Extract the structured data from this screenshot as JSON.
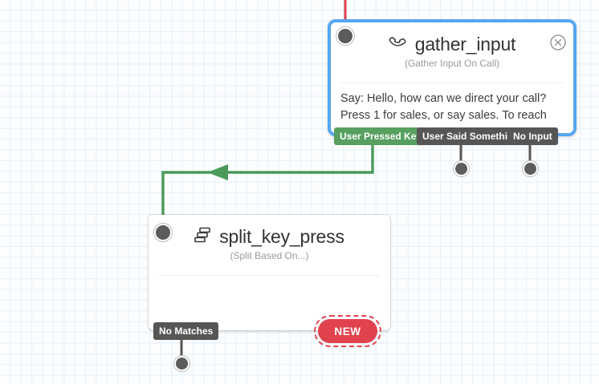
{
  "canvas": {
    "grid_color": "#e4f0fa",
    "background": "#fcfdfe"
  },
  "theme": {
    "selection_blue": "#55a6f0",
    "exit_gray": "#565656",
    "exit_green": "#57a05f",
    "edge_green": "#4b9a5a",
    "edge_red": "#e0434d",
    "new_red": "#e0434d",
    "port_gray": "#5c5c5c"
  },
  "nodes": [
    {
      "id": "gather_input",
      "title": "gather_input",
      "subtitle": "(Gather Input On Call)",
      "icon": "phone-icon",
      "body": "Say: Hello, how can we direct your call? Press 1 for sales, or say sales. To reach",
      "selected": true,
      "close_label": "close-icon",
      "exits": [
        {
          "label": "User Pressed Keys",
          "state": "connected",
          "color": "green"
        },
        {
          "label": "User Said Something",
          "state": "unconnected",
          "color": "gray"
        },
        {
          "label": "No Input",
          "state": "unconnected",
          "color": "gray"
        }
      ]
    },
    {
      "id": "split_key_press",
      "title": "split_key_press",
      "subtitle": "(Split Based On...)",
      "icon": "split-icon",
      "body": "",
      "selected": false,
      "exits": [
        {
          "label": "No Matches",
          "state": "unconnected",
          "color": "gray"
        }
      ],
      "new_button": "NEW"
    }
  ],
  "edges": [
    {
      "from": "incoming-top",
      "to": "gather_input",
      "color": "#e0434d",
      "arrow": false
    },
    {
      "from": "gather_input.User Pressed Keys",
      "to": "split_key_press",
      "color": "#4b9a5a",
      "arrow": true
    }
  ]
}
